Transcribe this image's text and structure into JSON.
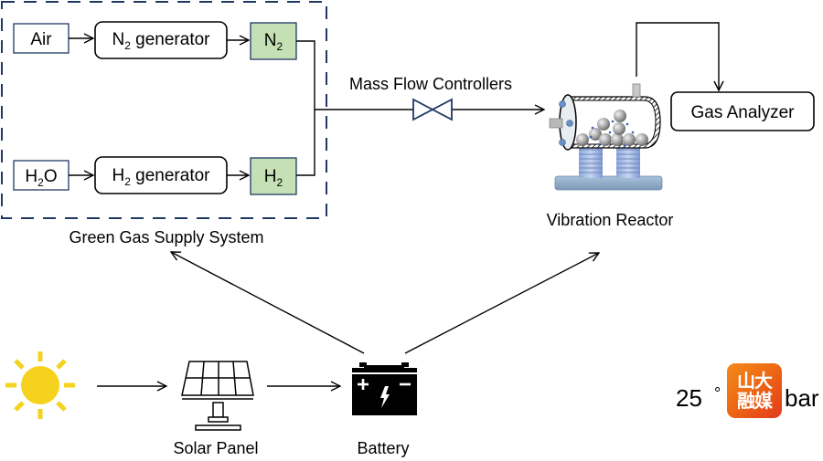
{
  "supply_system": {
    "title": "Green Gas Supply System",
    "top_row": {
      "source": "Air",
      "generator_main": "N",
      "generator_sub": "2",
      "generator_rest": " generator",
      "product_main": "N",
      "product_sub": "2"
    },
    "bottom_row": {
      "source_main": "H",
      "source_sub": "2",
      "source_rest": "O",
      "generator_main": "H",
      "generator_sub": "2",
      "generator_rest": " generator",
      "product_main": "H",
      "product_sub": "2"
    },
    "product_fill": "#c5e0b4",
    "border_color": "#1f3864"
  },
  "flow_control": {
    "label": "Mass Flow Controllers",
    "valve_icon": "bowtie-valve-icon"
  },
  "reactor": {
    "label": "Vibration Reactor",
    "icon": "ball-mill-reactor-icon"
  },
  "analyzer": {
    "label": "Gas Analyzer"
  },
  "power": {
    "sun_icon": "sun-icon",
    "sun_color": "#f5d21e",
    "solar_panel_label": "Solar Panel",
    "battery_label": "Battery"
  },
  "condition": {
    "value": "25",
    "degree": "°",
    "logo_line1": "山大",
    "logo_line2": "融媒",
    "unit": "bar"
  }
}
